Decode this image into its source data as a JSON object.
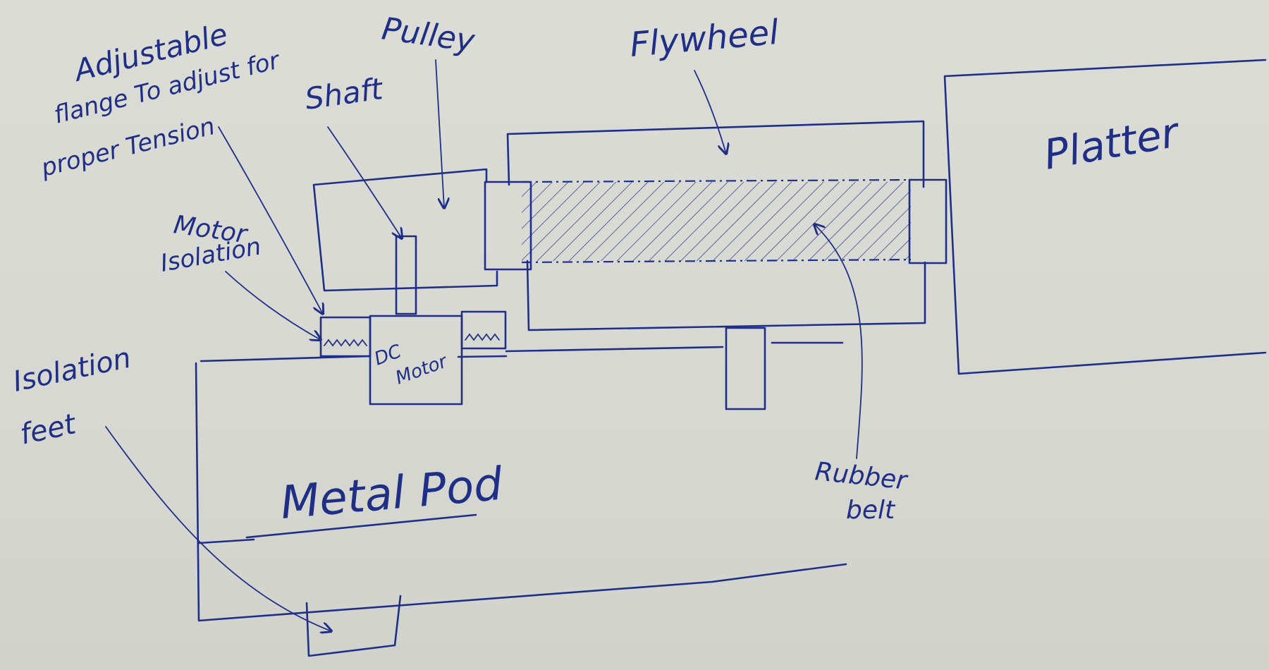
{
  "labels": {
    "pulley": "Pulley",
    "flywheel": "Flywheel",
    "platter": "Platter",
    "adjustable_line1": "Adjustable",
    "adjustable_line2": "flange To adjust for",
    "adjustable_line3": "proper Tension",
    "shaft": "Shaft",
    "motor_isolation_line1": "Motor",
    "motor_isolation_line2": "Isolation",
    "dc_motor_line1": "DC",
    "dc_motor_line2": "Motor",
    "isolation_feet_line1": "Isolation",
    "isolation_feet_line2": "feet",
    "metal_pod": "Metal Pod",
    "rubber_belt_line1": "Rubber",
    "rubber_belt_line2": "belt"
  },
  "colors": {
    "ink": "#1f2f86",
    "paper": "#d9d9d3"
  }
}
